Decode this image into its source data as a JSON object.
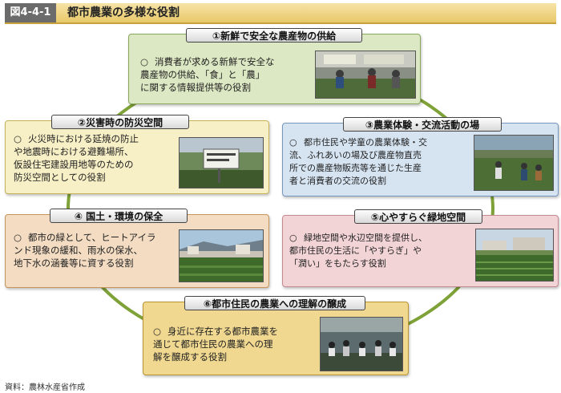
{
  "header": {
    "fig_no": "図4-4-1",
    "title": "都市農業の多様な役割"
  },
  "roles": [
    {
      "label": "①新鮮で安全な農産物の供給",
      "lines": [
        "消費者が求める新鮮で安全な",
        "農産物の供給、「食」と「農」",
        "に関する情報提供等の役割"
      ],
      "photo": "直売所で農産物を選ぶ人々"
    },
    {
      "label": "②災害時の防災空間",
      "lines": [
        "火災時における延焼の防止",
        "や地震時における避難場所、",
        "仮設住宅建設用地等のための",
        "防災空間としての役割"
      ],
      "photo": "防災協力農地の看板"
    },
    {
      "label": "③農業体験・交流活動の場",
      "lines": [
        "都市住民や学童の農業体験・交",
        "流、ふれあいの場及び農産物直売",
        "所での農産物販売等を通じた生産",
        "者と消費者の交流の役割"
      ],
      "photo": "農業体験をする人々"
    },
    {
      "label": "④ 国土・環境の保全",
      "lines": [
        "都市の緑として、ヒートアイラ",
        "ンド現象の緩和、雨水の保水、",
        "地下水の涵養等に資する役割"
      ],
      "photo": "市街地の農地"
    },
    {
      "label": "⑤心やすらぐ緑地空間",
      "lines": [
        "緑地空間や水辺空間を提供し、",
        "都市住民の生活に「やすらぎ」や",
        "「潤い」をもたらす役割"
      ],
      "photo": "住宅地に隣接する畑"
    },
    {
      "label": "⑥都市住民の農業への理解の醸成",
      "lines": [
        "身近に存在する都市農業を",
        "通じて都市住民の農業への理",
        "解を醸成する役割"
      ],
      "photo": "農業について話を聞く住民"
    }
  ],
  "bullet": "○",
  "source": "資料：農林水産省作成",
  "colors": {
    "ring": "#7fa238",
    "green_fill": "#dce8c3",
    "green_border": "#8aa85a",
    "yellow_fill": "#f7efc5",
    "yellow_border": "#c8b35a",
    "blue_fill": "#d6e4f2",
    "blue_border": "#7796bd",
    "orange_fill": "#f3dcc2",
    "orange_border": "#c4955c",
    "pink_fill": "#f2d3d6",
    "pink_border": "#c48a90",
    "gold_fill": "#f0d890",
    "gold_border": "#b89530"
  }
}
